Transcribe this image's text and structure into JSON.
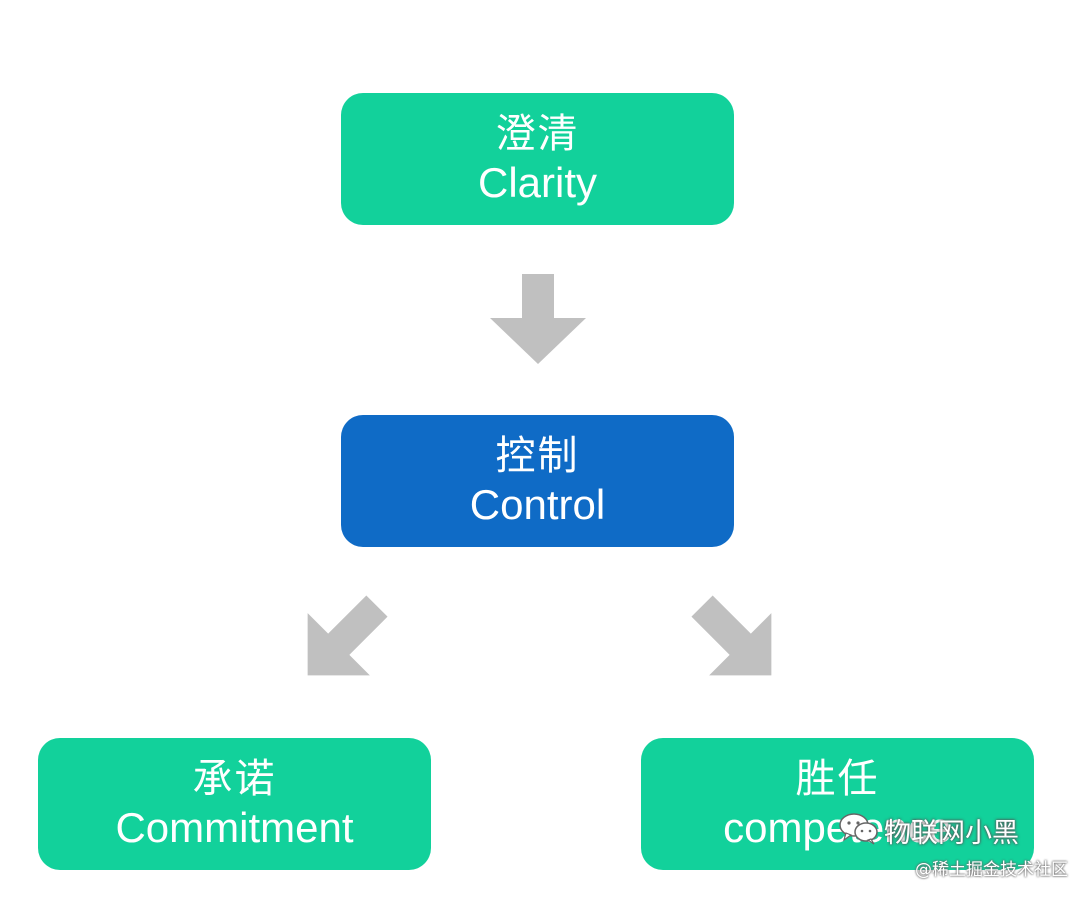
{
  "colors": {
    "green": "#12d19b",
    "blue": "#0f6bc6",
    "arrow": "#c0c0c0"
  },
  "nodes": {
    "clarity": {
      "zh": "澄清",
      "en": "Clarity"
    },
    "control": {
      "zh": "控制",
      "en": "Control"
    },
    "commitment": {
      "zh": "承诺",
      "en": "Commitment"
    },
    "competence": {
      "zh": "胜任",
      "en": "competence"
    }
  },
  "watermark": {
    "brand": "物联网小黑",
    "credit": "@稀土掘金技术社区",
    "logo_icon": "wechat-icon"
  }
}
